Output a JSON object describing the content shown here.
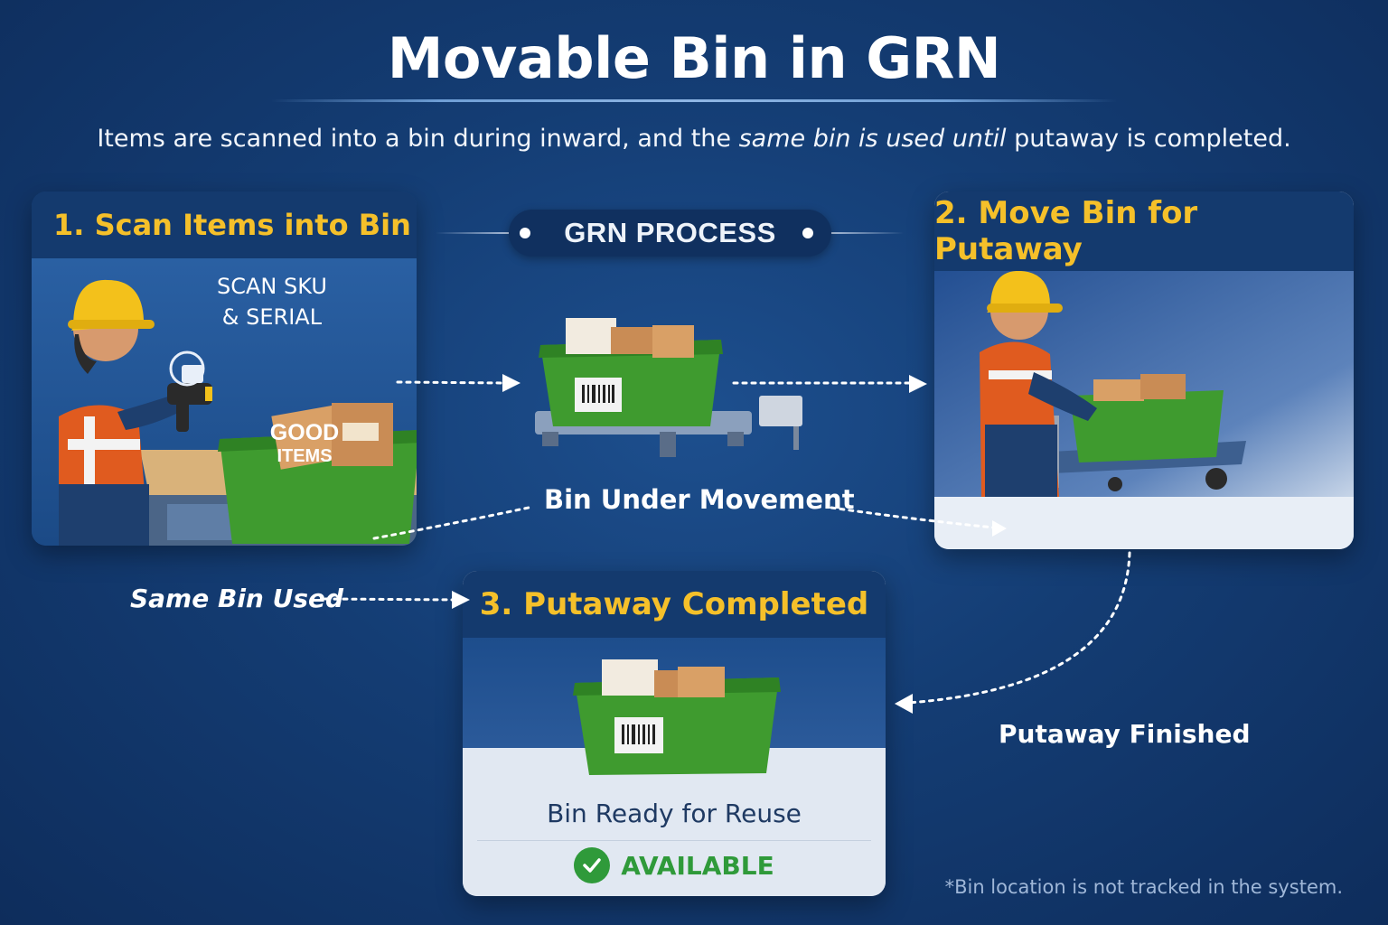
{
  "title": "Movable Bin in GRN",
  "subtitle": {
    "part1": "Items are scanned into a bin during inward, and the ",
    "emphasis": "same bin is used until",
    "part2": " putaway is completed."
  },
  "center_pill": "GRN PROCESS",
  "steps": [
    {
      "heading": "1. Scan Items into Bin",
      "scan_label_line1": "SCAN SKU",
      "scan_label_line2": "& SERIAL",
      "bin_label_line1": "GOOD",
      "bin_label_line2": "ITEMS"
    },
    {
      "heading": "2. Move Bin for Putaway"
    },
    {
      "heading": "3. Putaway Completed",
      "status_text": "Bin Ready for Reuse",
      "badge": "AVAILABLE"
    }
  ],
  "flow_labels": {
    "bin_under_movement": "Bin Under Movement",
    "same_bin_used": "Same Bin Used",
    "putaway_finished": "Putaway Finished"
  },
  "footnote": "*Bin location is not tracked in the system.",
  "colors": {
    "background": "#143d74",
    "heading_accent": "#f5c02a",
    "bin_green": "#3f9b2f",
    "available_green": "#2f9a3a"
  },
  "icons": [
    "scanner-icon",
    "check-icon",
    "arrow-right-icon"
  ]
}
